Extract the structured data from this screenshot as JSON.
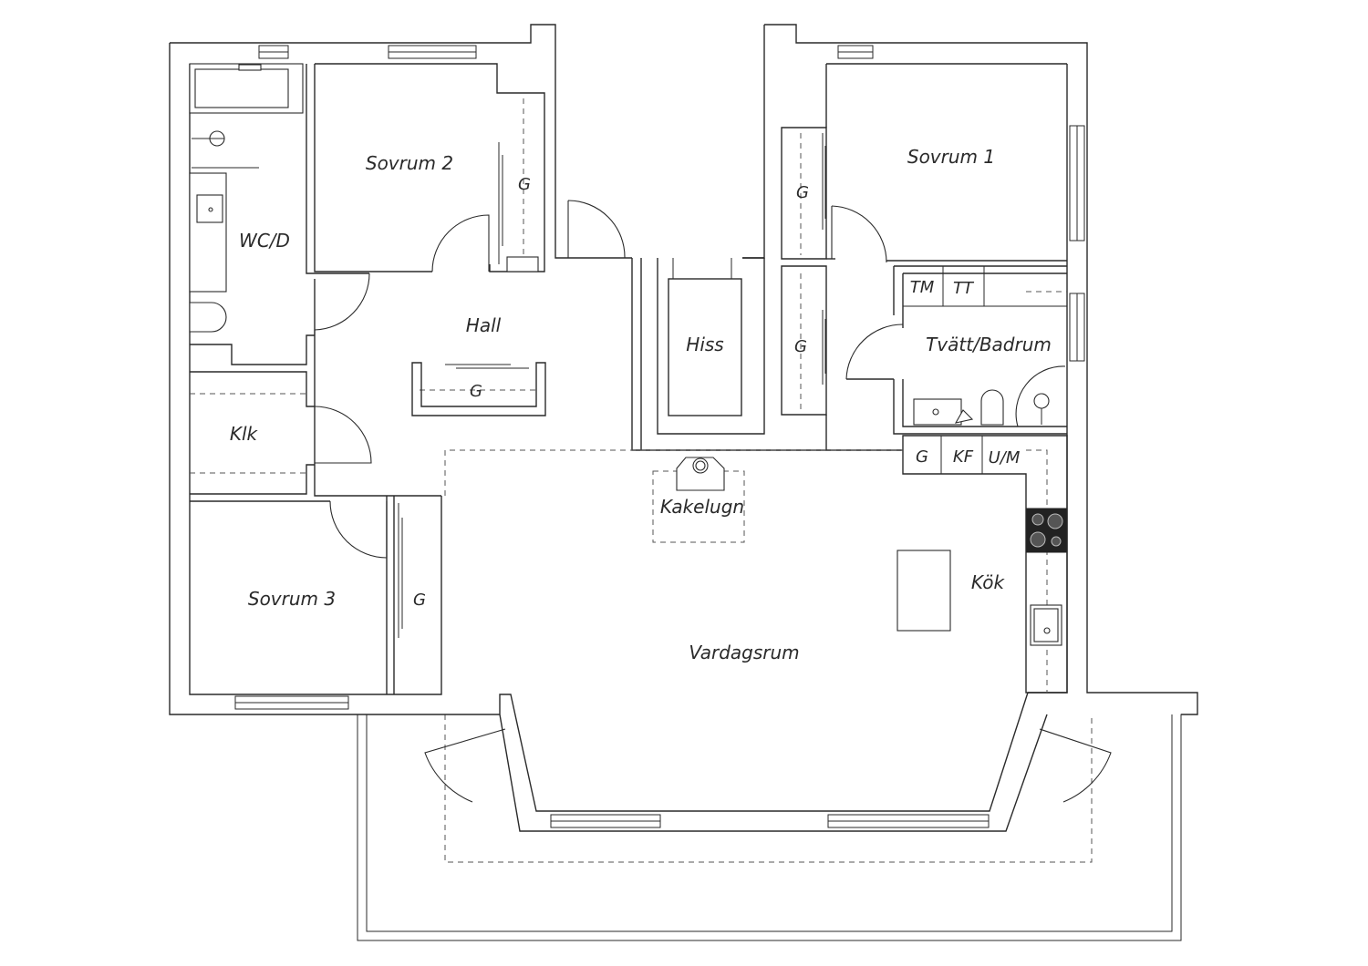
{
  "rooms": {
    "sovrum1": "Sovrum 1",
    "sovrum2": "Sovrum 2",
    "sovrum3": "Sovrum 3",
    "wc": "WC/D",
    "hall": "Hall",
    "hiss": "Hiss",
    "klk": "Klk",
    "tvatt": "Tvätt/Badrum",
    "kakelugn": "Kakelugn",
    "kok": "Kök",
    "vardagsrum": "Vardagsrum"
  },
  "storage": {
    "g_label": "G",
    "tm": "TM",
    "tt": "TT",
    "kf": "KF",
    "um": "U/M"
  }
}
